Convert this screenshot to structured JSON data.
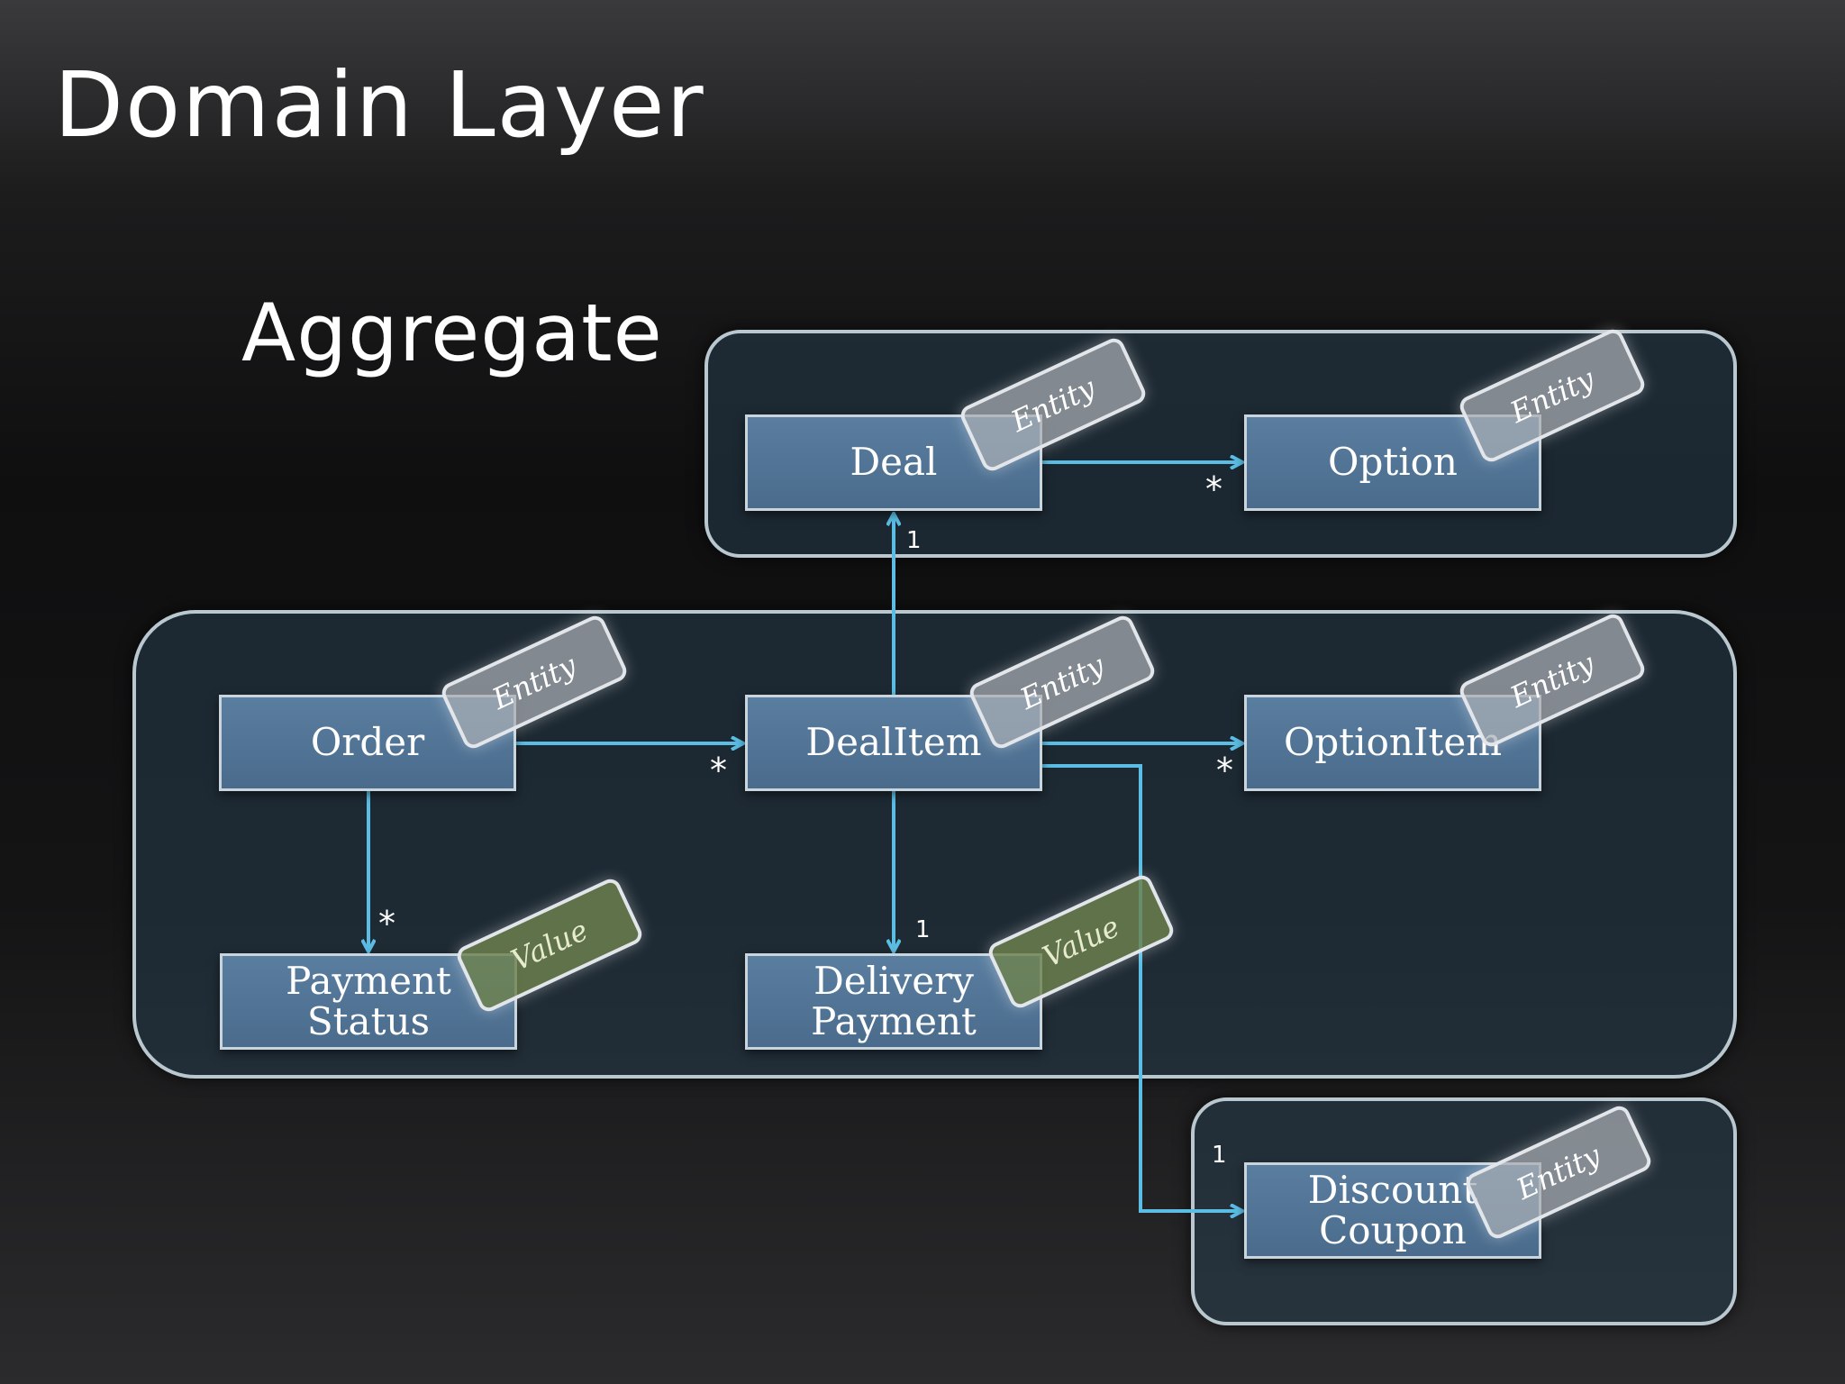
{
  "title": "Domain Layer",
  "subtitle": "Aggregate",
  "classes": {
    "deal": {
      "name": "Deal",
      "stereotype": "Entity"
    },
    "option": {
      "name": "Option",
      "stereotype": "Entity"
    },
    "order": {
      "name": "Order",
      "stereotype": "Entity"
    },
    "dealitem": {
      "name": "DealItem",
      "stereotype": "Entity"
    },
    "optionitem": {
      "name": "OptionItem",
      "stereotype": "Entity"
    },
    "paymentstatus": {
      "name": "Payment\nStatus",
      "stereotype": "Value"
    },
    "deliverypayment": {
      "name": "Delivery\nPayment",
      "stereotype": "Value"
    },
    "discountcoupon": {
      "name": "Discount\nCoupon",
      "stereotype": "Entity"
    }
  },
  "associations": [
    {
      "from": "Deal",
      "to": "Option",
      "multiplicity": "*"
    },
    {
      "from": "DealItem",
      "to": "Deal",
      "multiplicity": "1"
    },
    {
      "from": "Order",
      "to": "DealItem",
      "multiplicity": "*"
    },
    {
      "from": "DealItem",
      "to": "OptionItem",
      "multiplicity": "*"
    },
    {
      "from": "Order",
      "to": "Payment Status",
      "multiplicity": "*"
    },
    {
      "from": "DealItem",
      "to": "Delivery Payment",
      "multiplicity": "1"
    },
    {
      "from": "DealItem",
      "to": "Discount Coupon",
      "multiplicity": "1"
    }
  ],
  "colors": {
    "connector": "#5bbde4",
    "entity_fill": "#4f7396",
    "aggregate_border": "#b9c7cf",
    "value_tag": "#6e824e",
    "entity_tag": "#aaaeb4"
  }
}
